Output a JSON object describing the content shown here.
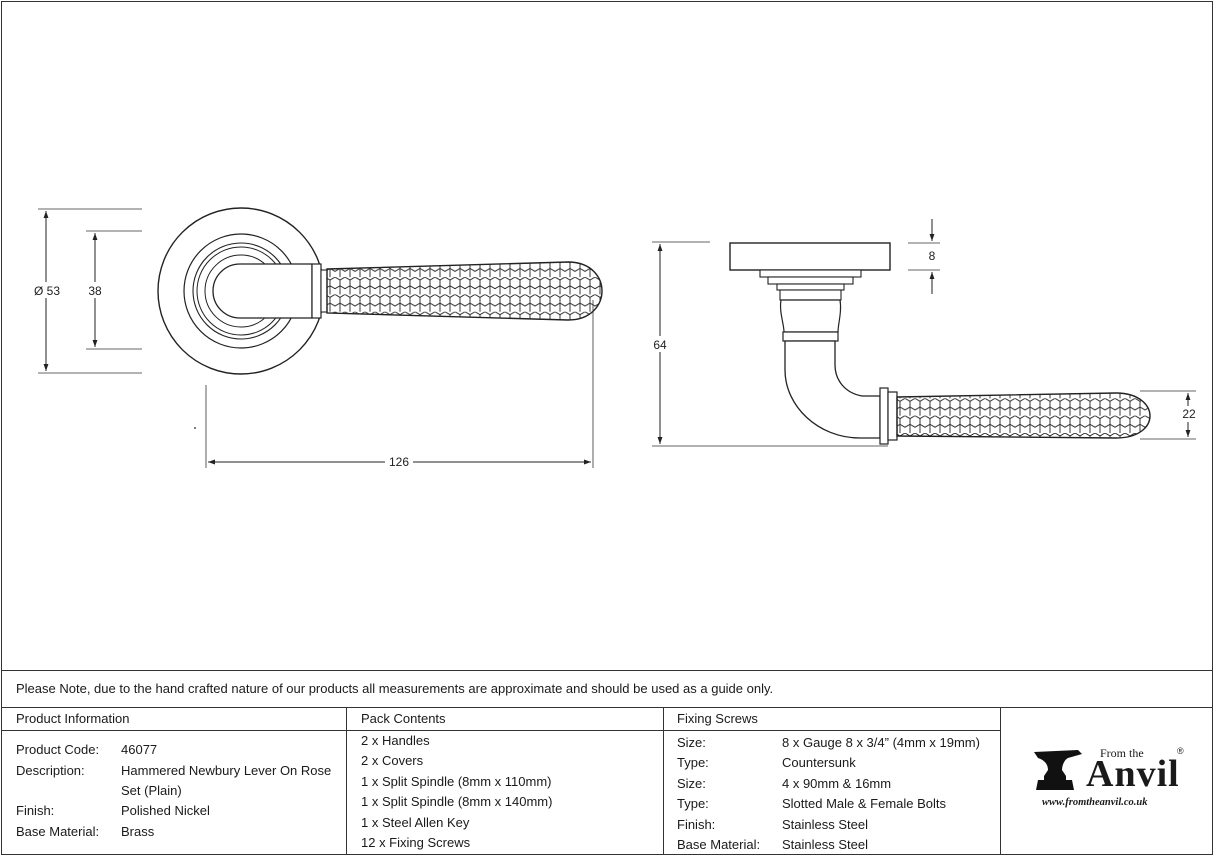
{
  "drawing": {
    "dims": {
      "diameter": "Ø 53",
      "inner_diameter": "38",
      "length": "126",
      "height": "64",
      "rose_thickness": "8",
      "grip_diameter": "22"
    }
  },
  "note": "Please Note, due to the hand crafted nature of our products all measurements are approximate and should be used as a guide only.",
  "product_info": {
    "heading": "Product Information",
    "rows": [
      {
        "label": "Product Code:",
        "value": "46077"
      },
      {
        "label": "Description:",
        "value": "Hammered Newbury Lever On Rose",
        "value2": "Set (Plain)"
      },
      {
        "label": "Finish:",
        "value": "Polished Nickel"
      },
      {
        "label": "Base Material:",
        "value": "Brass"
      }
    ]
  },
  "pack_contents": {
    "heading": "Pack Contents",
    "items": [
      "2 x Handles",
      "2 x Covers",
      "1 x Split Spindle (8mm x 110mm)",
      "1 x Split Spindle (8mm x 140mm)",
      "1 x Steel Allen Key",
      "12 x Fixing Screws"
    ]
  },
  "fixing_screws": {
    "heading": "Fixing Screws",
    "rows": [
      {
        "label": "Size:",
        "value": "8 x Gauge 8 x 3/4” (4mm x 19mm)"
      },
      {
        "label": "Type:",
        "value": "Countersunk"
      },
      {
        "label": "Size:",
        "value": "4 x 90mm & 16mm"
      },
      {
        "label": "Type:",
        "value": "Slotted Male & Female Bolts"
      },
      {
        "label": "Finish:",
        "value": "Stainless Steel"
      },
      {
        "label": "Base Material:",
        "value": "Stainless Steel"
      }
    ]
  },
  "logo": {
    "from_the": "From the",
    "brand": "Anvil",
    "reg": "®",
    "url": "www.fromtheanvil.co.uk"
  }
}
